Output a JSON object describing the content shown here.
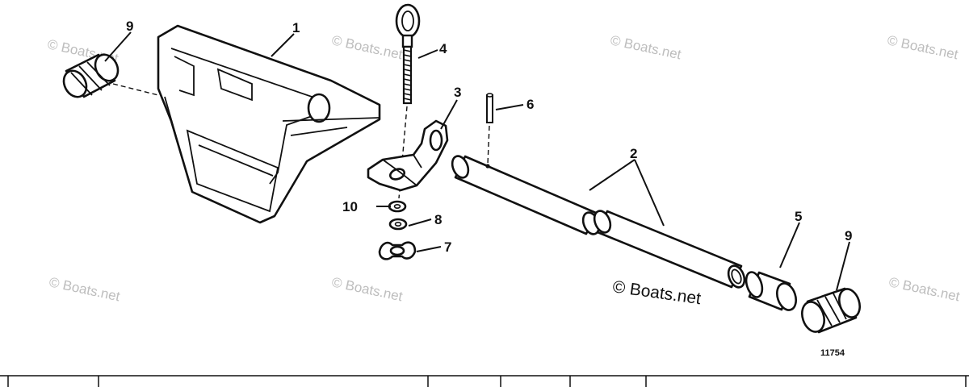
{
  "watermark": "© Boats.net",
  "figure_number": "11754",
  "parts": [
    {
      "callout": "1",
      "name": "bracket"
    },
    {
      "callout": "2",
      "name": "tube"
    },
    {
      "callout": "3",
      "name": "bracket-plate"
    },
    {
      "callout": "4",
      "name": "eye-bolt"
    },
    {
      "callout": "5",
      "name": "sleeve"
    },
    {
      "callout": "6",
      "name": "pin"
    },
    {
      "callout": "7",
      "name": "wing-nut"
    },
    {
      "callout": "8",
      "name": "washer"
    },
    {
      "callout": "9",
      "name": "grip"
    },
    {
      "callout": "10",
      "name": "washer"
    }
  ]
}
